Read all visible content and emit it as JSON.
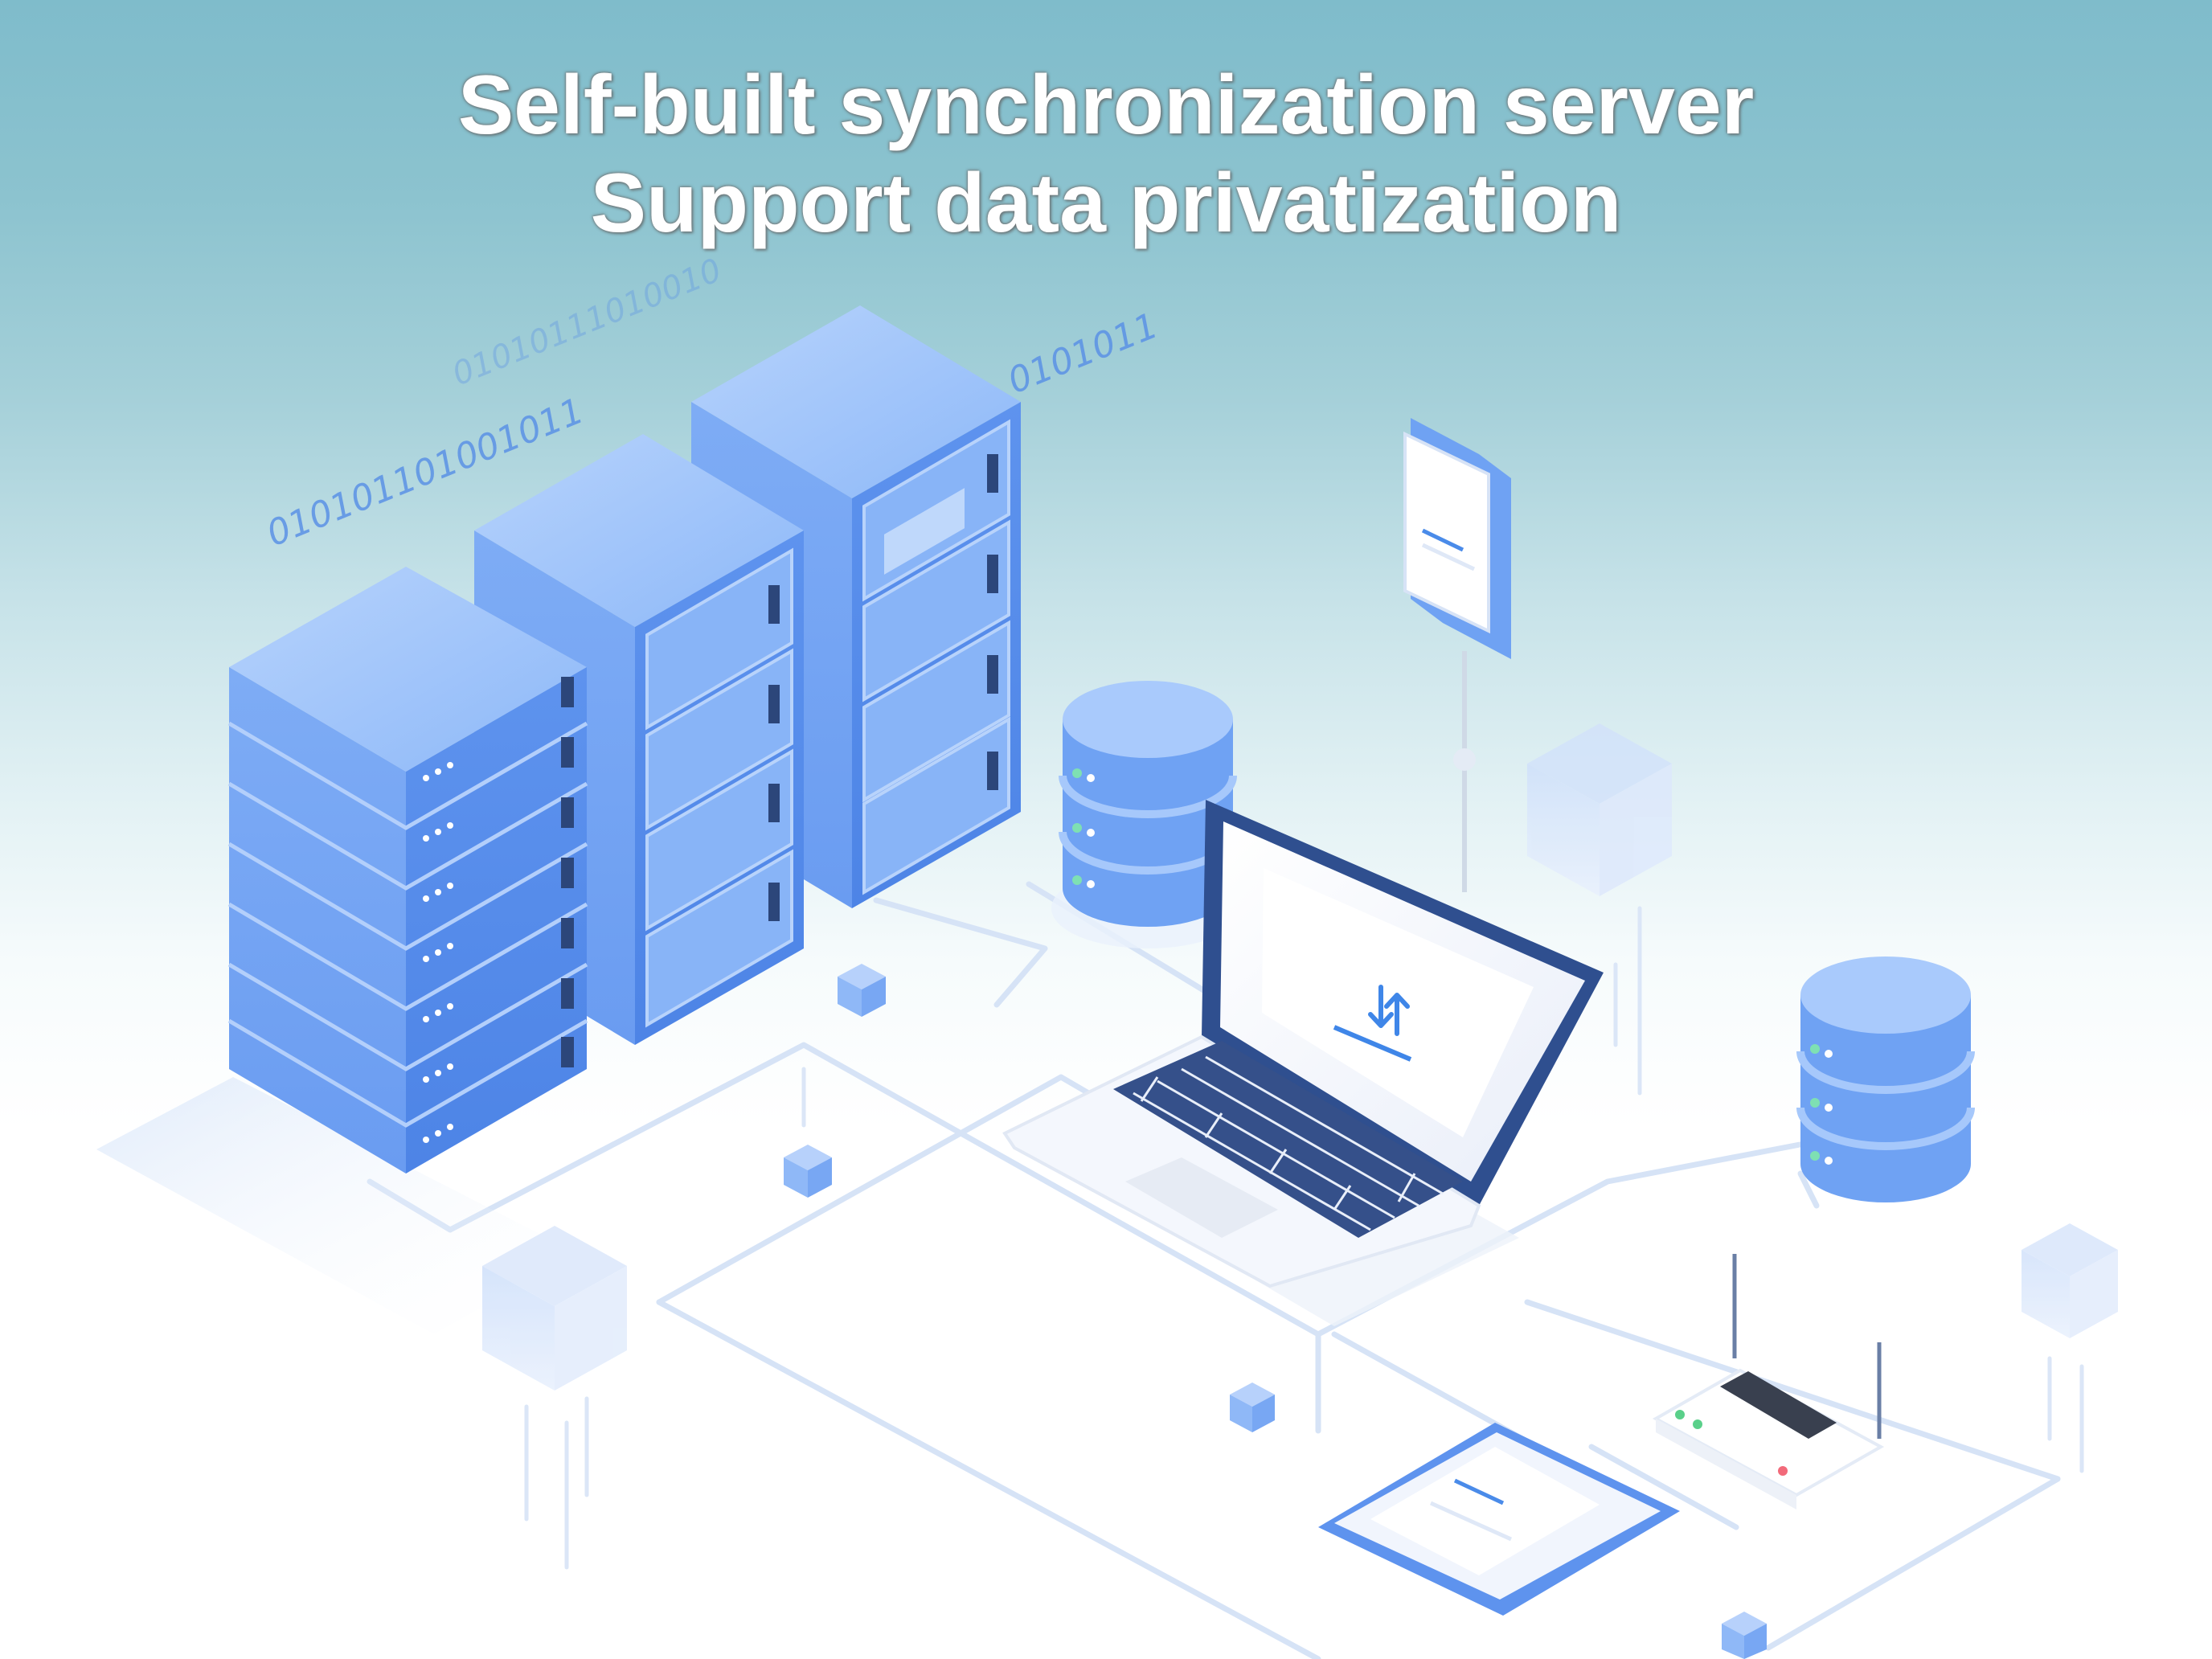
{
  "headline": {
    "line1": "Self-built synchronization server",
    "line2": "Support data privatization"
  },
  "binary_streams": {
    "left_lower": "010101101001011",
    "left_upper": "01010111010010",
    "right": "0101011"
  },
  "colors": {
    "server_light": "#9ec4fb",
    "server_mid": "#6ea3f3",
    "server_dark": "#4f86e6",
    "line": "#d6e3f6",
    "laptop_frame": "#2f4f8f",
    "accent": "#4a8be9"
  }
}
